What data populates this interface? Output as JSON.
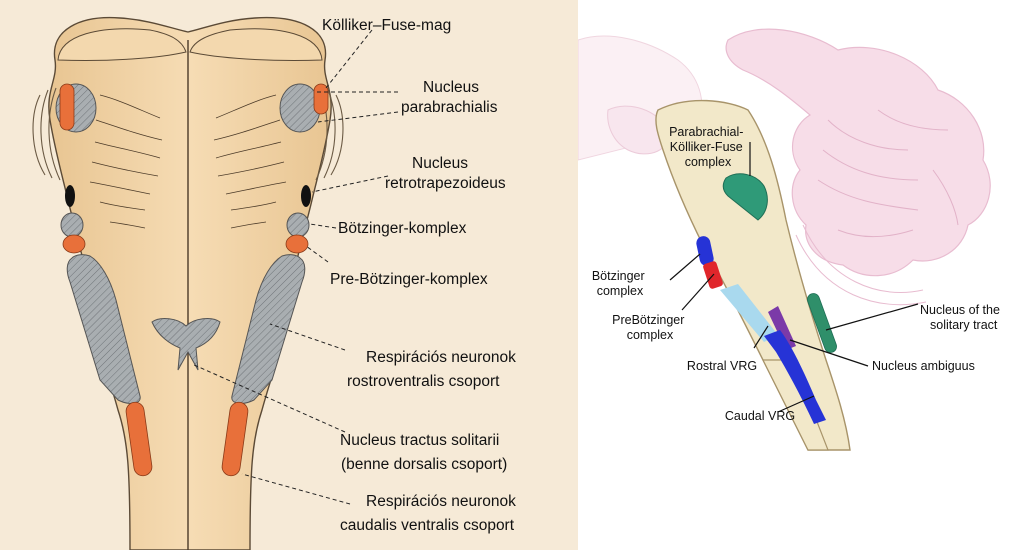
{
  "left_diagram": {
    "labels": [
      {
        "id": "kolliker",
        "lines": [
          "Kölliker–Fuse-mag"
        ]
      },
      {
        "id": "parabrachialis",
        "lines": [
          "Nucleus",
          "parabrachialis"
        ]
      },
      {
        "id": "retrotrapezoideus",
        "lines": [
          "Nucleus",
          "retrotrapezoideus"
        ]
      },
      {
        "id": "botzinger",
        "lines": [
          "Bötzinger-komplex"
        ]
      },
      {
        "id": "prebotzinger",
        "lines": [
          "Pre-Bötzinger-komplex"
        ]
      },
      {
        "id": "rvg",
        "lines": [
          "Respirációs neuronok",
          "rostroventralis csoport"
        ]
      },
      {
        "id": "nts",
        "lines": [
          "Nucleus tractus solitarii",
          "(benne dorsalis csoport)"
        ]
      },
      {
        "id": "cvg",
        "lines": [
          "Respirációs neuronok",
          "caudalis ventralis csoport"
        ]
      }
    ]
  },
  "right_diagram": {
    "labels": [
      {
        "id": "pb-kf",
        "lines": [
          "Parabrachial-",
          "Kölliker-Fuse",
          "complex"
        ],
        "color": "#111111"
      },
      {
        "id": "botzinger",
        "lines": [
          "Bötzinger",
          "complex"
        ],
        "color": "#111111"
      },
      {
        "id": "prebotzinger",
        "lines": [
          "PreBötzinger",
          "complex"
        ],
        "color": "#e0262b"
      },
      {
        "id": "rostral-vrg",
        "lines": [
          "Rostral VRG"
        ],
        "color": "#111111"
      },
      {
        "id": "caudal-vrg",
        "lines": [
          "Caudal VRG"
        ],
        "color": "#111111"
      },
      {
        "id": "nts",
        "lines": [
          "Nucleus of the",
          "solitary tract"
        ],
        "color": "#111111"
      },
      {
        "id": "ambiguus",
        "lines": [
          "Nucleus ambiguus"
        ],
        "color": "#111111"
      }
    ]
  },
  "colors": {
    "brainstem_fill": "#f1d3a6",
    "nucleus_gray": "#a9aeb1",
    "nucleus_orange": "#e8703a",
    "pbkf_green": "#2f9a78",
    "nts_green": "#2f8f6a",
    "vrg_blue": "#2633d6",
    "prebotz_red": "#e0262b",
    "rostral_lightblue": "#a9d9ee",
    "ambiguus_purple": "#7b3aa8",
    "cerebellum_pink": "#f7dde8"
  }
}
